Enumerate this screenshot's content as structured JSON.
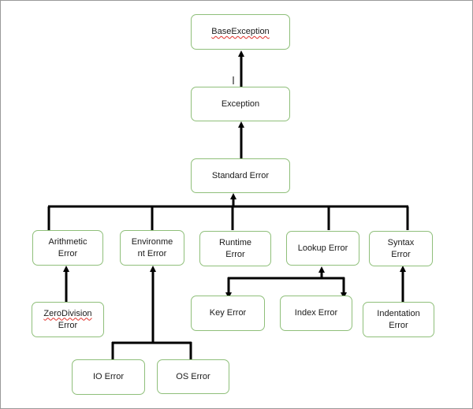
{
  "diagram": {
    "nodes": {
      "base_exception": "BaseException",
      "exception": "Exception",
      "standard_error": "Standard Error",
      "arithmetic_error": "Arithmetic\nError",
      "environment_error": "Environme\nnt Error",
      "runtime_error": "Runtime\nError",
      "lookup_error": "Lookup Error",
      "syntax_error": "Syntax\nError",
      "zero_division_error": "ZeroDivision\nError",
      "key_error": "Key Error",
      "index_error": "Index Error",
      "indentation_error": "Indentation\nError",
      "io_error": "IO Error",
      "os_error": "OS Error"
    },
    "colors": {
      "node_border": "#8fbf7a",
      "connector": "#000000",
      "spellcheck_underline": "#e0302a"
    }
  }
}
